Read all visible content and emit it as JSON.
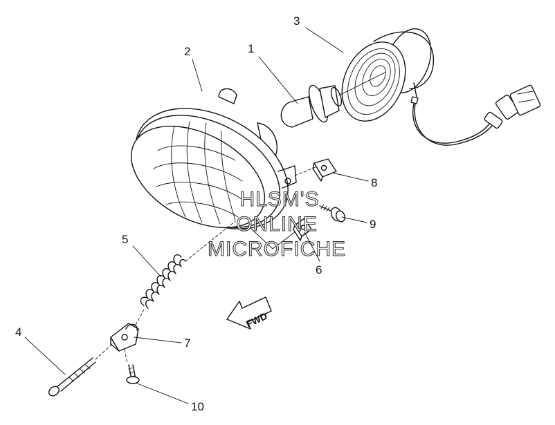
{
  "callouts": [
    {
      "id": "1",
      "label": "1"
    },
    {
      "id": "2",
      "label": "2"
    },
    {
      "id": "3",
      "label": "3"
    },
    {
      "id": "4",
      "label": "4"
    },
    {
      "id": "5",
      "label": "5"
    },
    {
      "id": "6",
      "label": "6"
    },
    {
      "id": "7",
      "label": "7"
    },
    {
      "id": "8",
      "label": "8"
    },
    {
      "id": "9",
      "label": "9"
    },
    {
      "id": "10",
      "label": "10"
    }
  ],
  "watermark": {
    "line1": "HLSM'S",
    "line2": "ONLINE",
    "line3": "MICROFICHE"
  },
  "direction_arrow": {
    "label": "FWD"
  }
}
